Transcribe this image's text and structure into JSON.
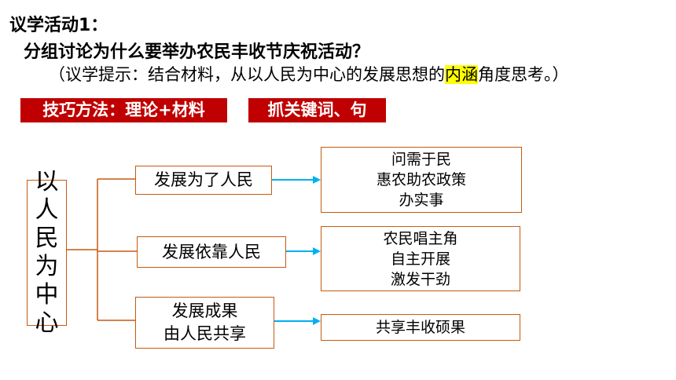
{
  "title": {
    "label": "议学活动1：",
    "question": "分组讨论为什么要举办农民丰收节庆祝活动？",
    "hint_before": "（议学提示：结合材料，从以人民为中心的发展思想的",
    "hint_highlight": "内涵",
    "hint_after": "角度思考。）"
  },
  "tags": {
    "method": "技巧方法：理论+材料",
    "keywords": "抓关键词、句"
  },
  "diagram": {
    "root": [
      "以",
      "人",
      "民",
      "为",
      "中",
      "心"
    ],
    "branches": [
      {
        "lines": [
          "发展为了人民"
        ],
        "details": [
          "问需于民",
          "惠农助农政策",
          "办实事"
        ]
      },
      {
        "lines": [
          "发展依靠人民"
        ],
        "details": [
          "农民唱主角",
          "自主开展",
          "激发干劲"
        ]
      },
      {
        "lines": [
          "发展成果",
          "由人民共享"
        ],
        "details": [
          "共享丰收硕果"
        ]
      }
    ]
  },
  "colors": {
    "tag_bg": "#c00000",
    "box_border": "#c55a11",
    "bracket_line": "#c55a11",
    "arrow": "#00b0f0",
    "highlight": "#ffff00"
  }
}
